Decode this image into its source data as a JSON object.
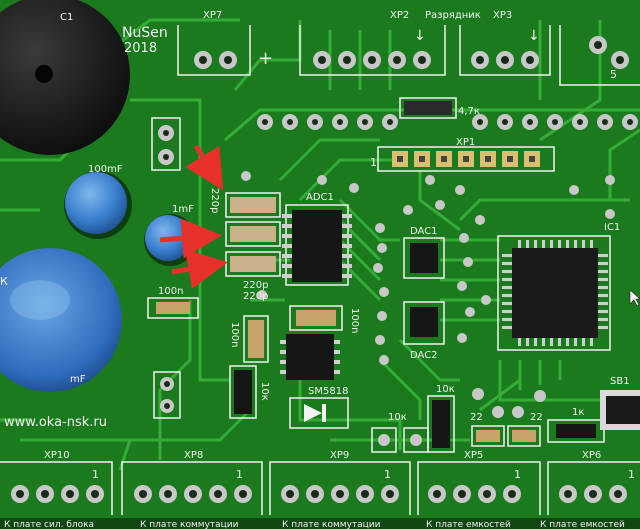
{
  "board": {
    "copper_color": "#1c7a1e",
    "trace_color": "#2fa532",
    "silk_color": "#f2f2f2",
    "pad_color": "#c8c8c8",
    "hole_color": "#1a2a1a",
    "arrow_color": "#e8302a"
  },
  "labels": {
    "brand": "NuSen",
    "year": "2018",
    "partial_c1": "C1",
    "partial_k": "К",
    "xp7": "XP7",
    "plus": "+",
    "xp2": "XP2",
    "razryadnik": "Разрядник",
    "xp3": "XP3",
    "down_arrow_a": "↓",
    "down_arrow_b": "↓",
    "res_4k7": "4,7к",
    "xp1": "XP1",
    "xp1_pin1": "1",
    "cap_100mf": "100mF",
    "cap_1mf": "1mF",
    "cap_220p_rot": "220р",
    "adc1": "ADC1",
    "dac1": "DAC1",
    "dac2": "DAC2",
    "ic1": "IC1",
    "cap_220p_a": "220р",
    "cap_220p_b": "220р",
    "cap_100n_a": "100n",
    "cap_100n_b": "100n",
    "cap_100n_c": "100n",
    "res_10k_a": "10к",
    "res_10k_b": "10к",
    "res_10k_c": "10к",
    "sm5818": "SM5818",
    "res_22_a": "22",
    "res_22_b": "22",
    "res_1k": "1к",
    "sb1": "SB1",
    "mf_small": "mF",
    "website": "www.oka-nsk.ru",
    "xp10": "XP10",
    "xp8": "XP8",
    "xp9": "XP9",
    "xp5": "XP5",
    "xp6": "XP6",
    "pin1_a": "1",
    "pin1_b": "1",
    "pin1_c": "1",
    "pin1_d": "1",
    "pin1_e": "1",
    "pin_5": "5",
    "bottom_a": "К плате сил. блока",
    "bottom_b": "К плате коммутации",
    "bottom_c": "К плате коммутации",
    "bottom_d": "К плате емкостей",
    "bottom_e": "К плате емкостей"
  }
}
